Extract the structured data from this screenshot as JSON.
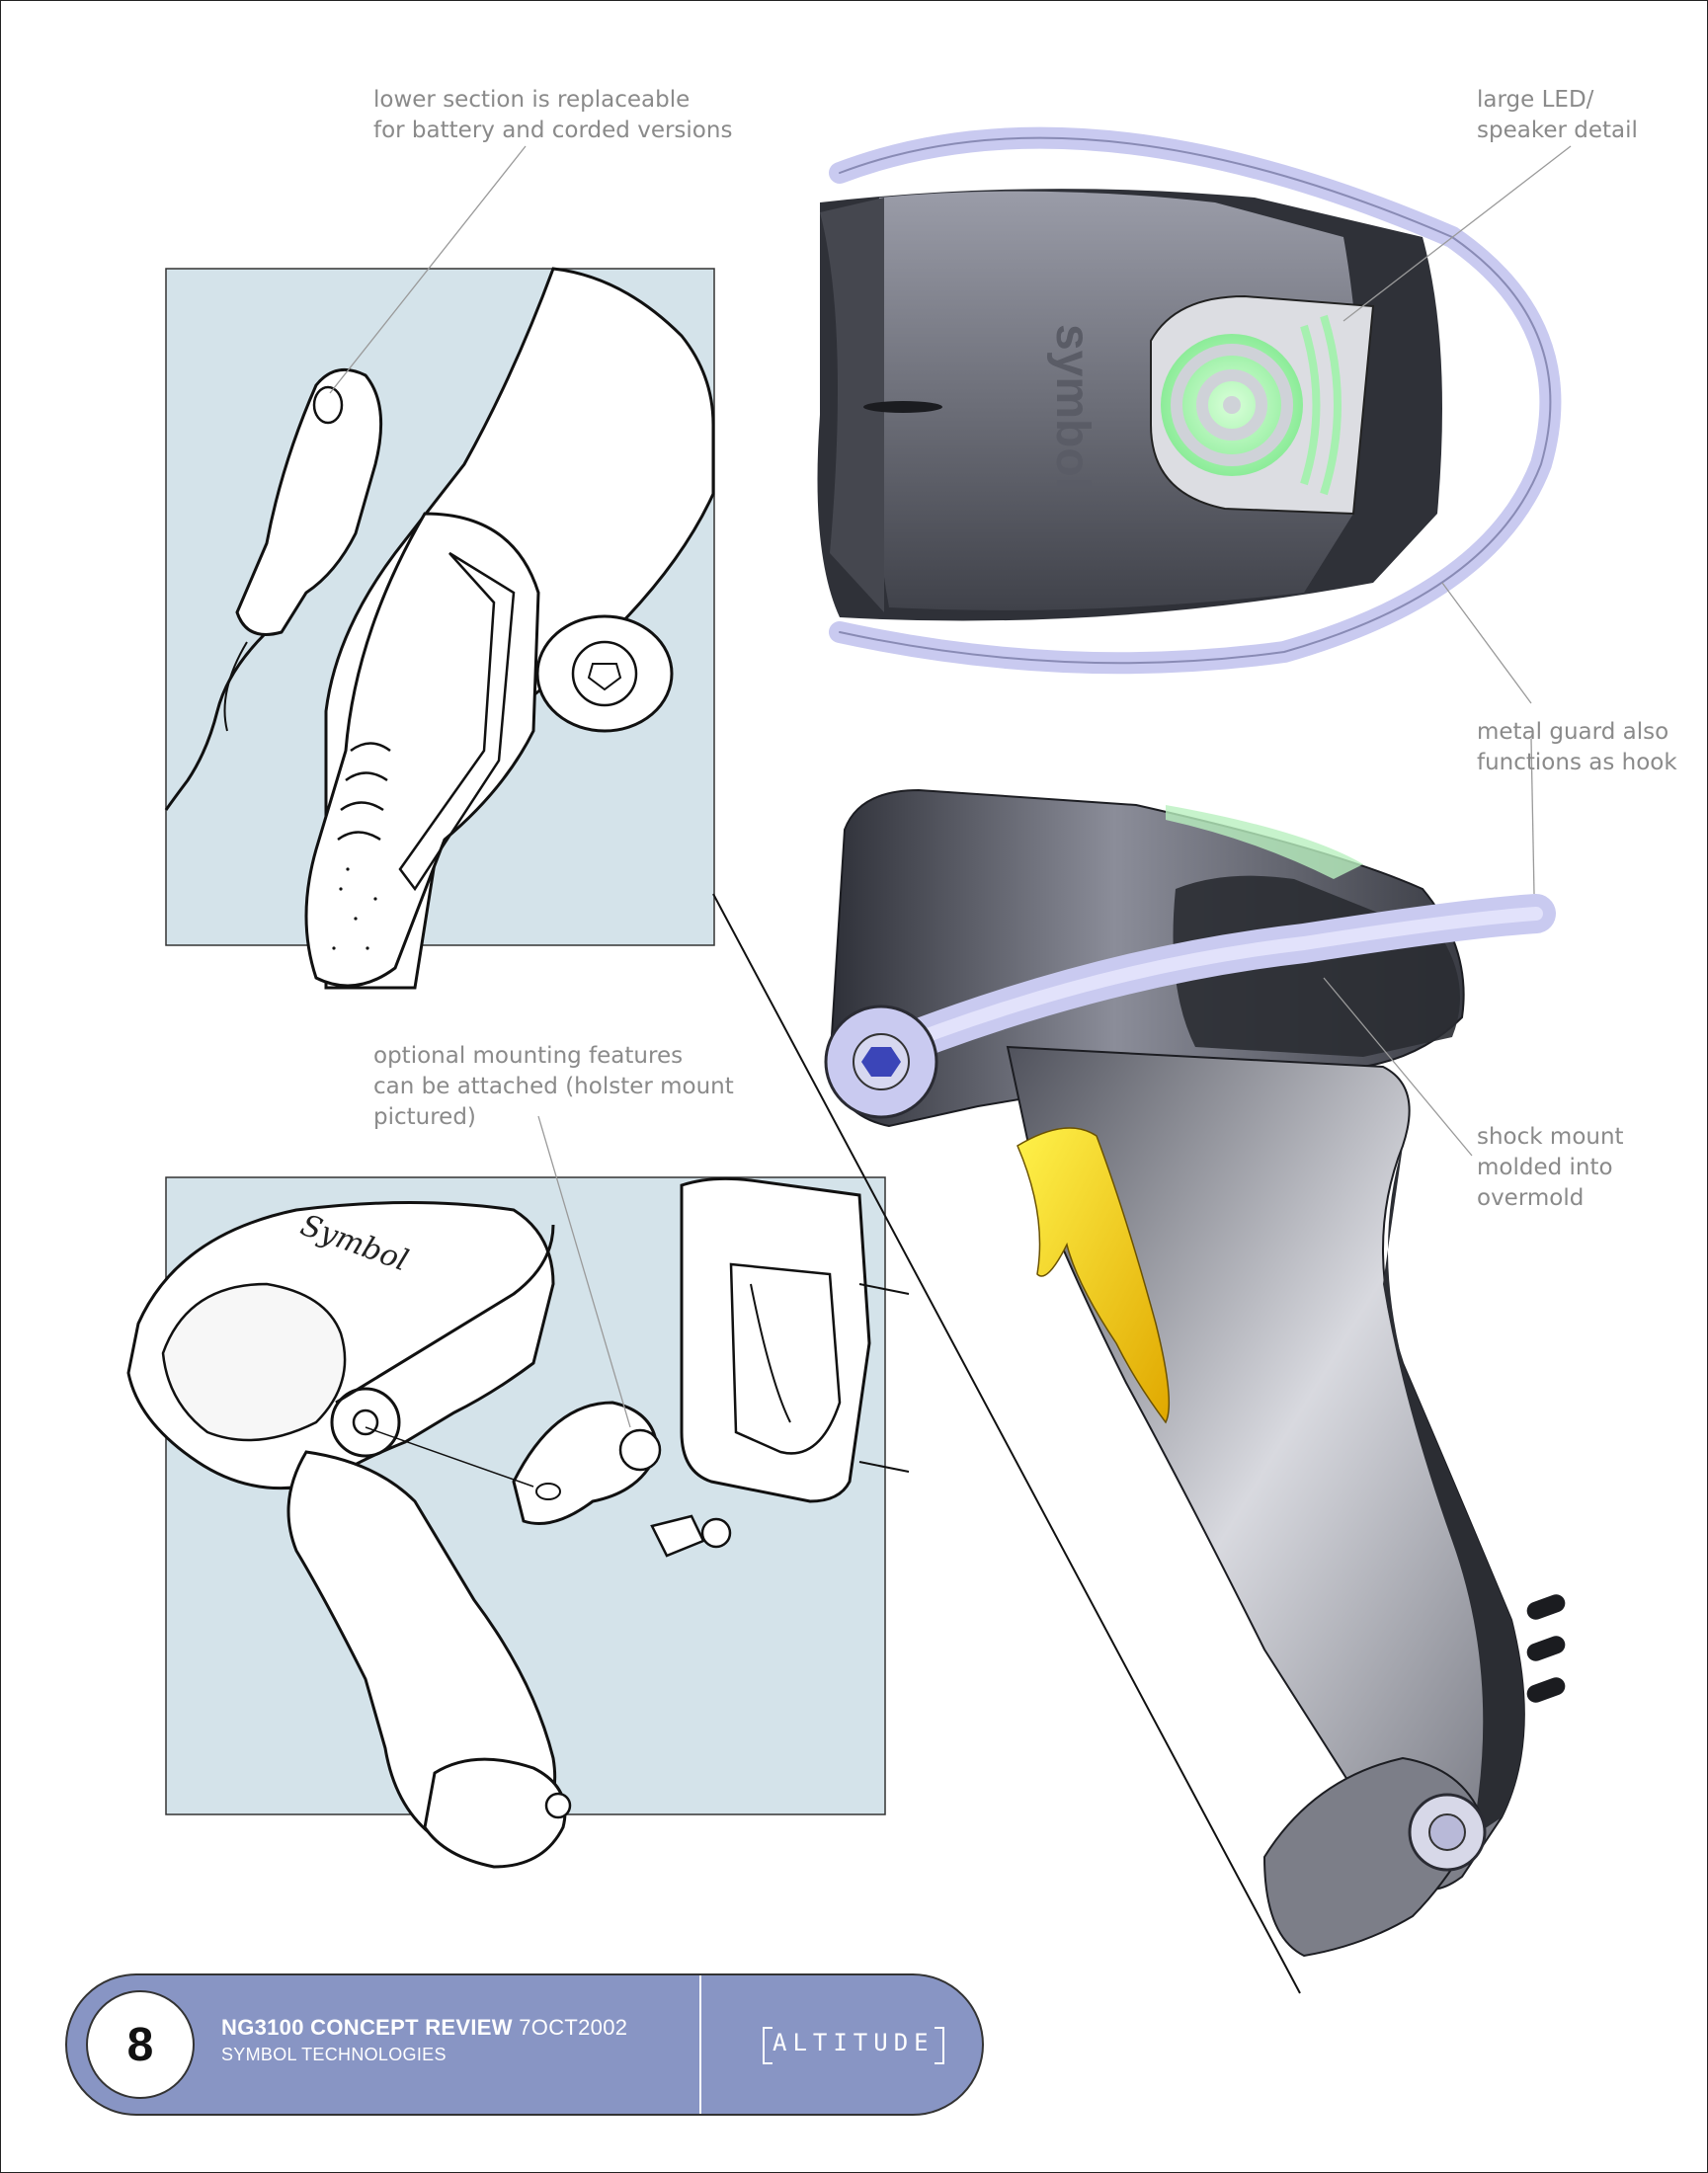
{
  "annotations": {
    "lower_section": "lower section is replaceable\nfor battery and corded versions",
    "led_speaker": "large LED/\nspeaker detail",
    "metal_guard": "metal guard also\nfunctions as hook",
    "mounting": "optional mounting features\ncan be attached (holster mount\npictured)",
    "shock_mount": "shock mount\nmolded into\novermold"
  },
  "footer": {
    "page_number": "8",
    "title": "NG3100 CONCEPT REVIEW",
    "date": "7OCT2002",
    "company": "SYMBOL TECHNOLOGIES",
    "brand": "ALTITUDE"
  },
  "drawing": {
    "logo_text": "symbol",
    "colors": {
      "sketch_bg": "#d4e3ea",
      "body_dark": "#3b3d45",
      "body_mid": "#7a7c88",
      "guard": "#c9caf0",
      "led": "#a6f0b0",
      "trigger": "#f4c400",
      "footer": "#8895c4"
    }
  }
}
